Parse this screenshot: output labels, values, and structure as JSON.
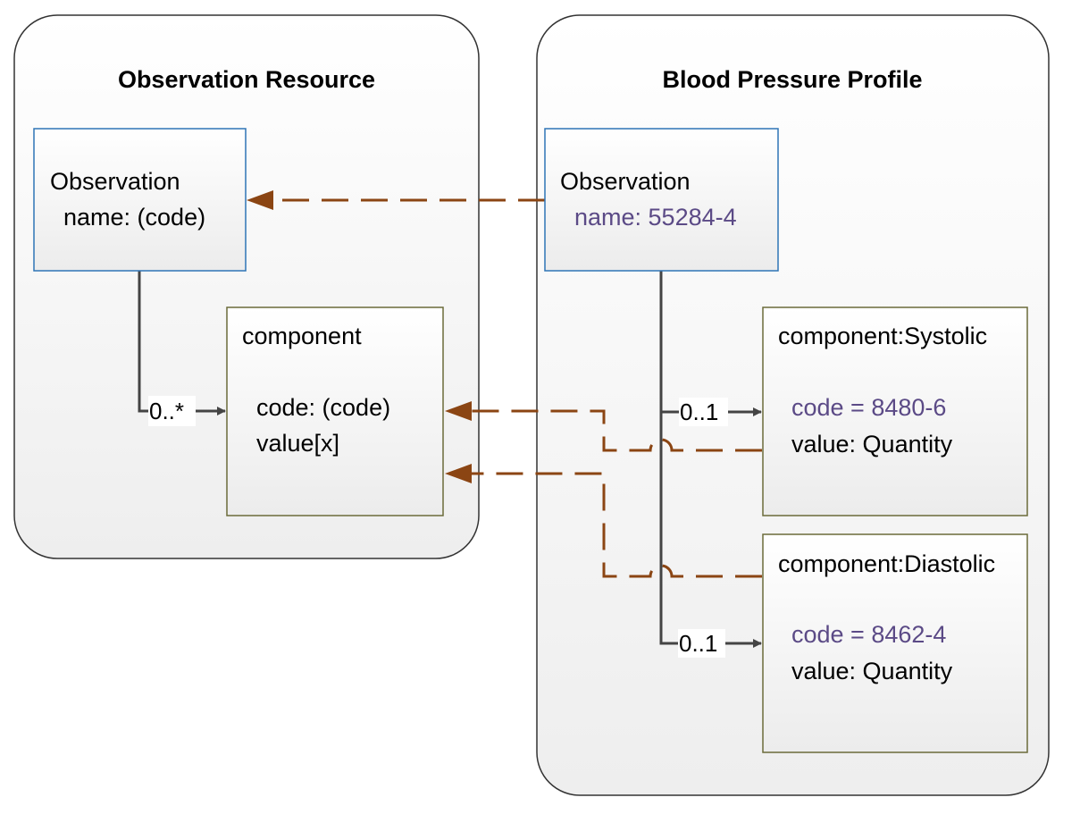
{
  "colors": {
    "class_border_blue": "#2e75b6",
    "class_border_olive": "#6b6b3a",
    "connector": "#444444",
    "dashed_arrow": "#8b4513",
    "value_text": "#5b4a86"
  },
  "left_panel": {
    "title": "Observation Resource",
    "observation": {
      "line1": "Observation",
      "line2": "name: (code)"
    },
    "component": {
      "title": "component",
      "line1": "code: (code)",
      "line2": "value[x]"
    },
    "multiplicity": "0..*"
  },
  "right_panel": {
    "title": "Blood Pressure Profile",
    "observation": {
      "line1": "Observation",
      "line2": "name: 55284-4"
    },
    "systolic": {
      "title": "component:Systolic",
      "line1": "code = 8480-6",
      "line2": "value: Quantity"
    },
    "diastolic": {
      "title": "component:Diastolic",
      "line1": "code = 8462-4",
      "line2": "value: Quantity"
    },
    "multiplicity_systolic": "0..1",
    "multiplicity_diastolic": "0..1"
  }
}
